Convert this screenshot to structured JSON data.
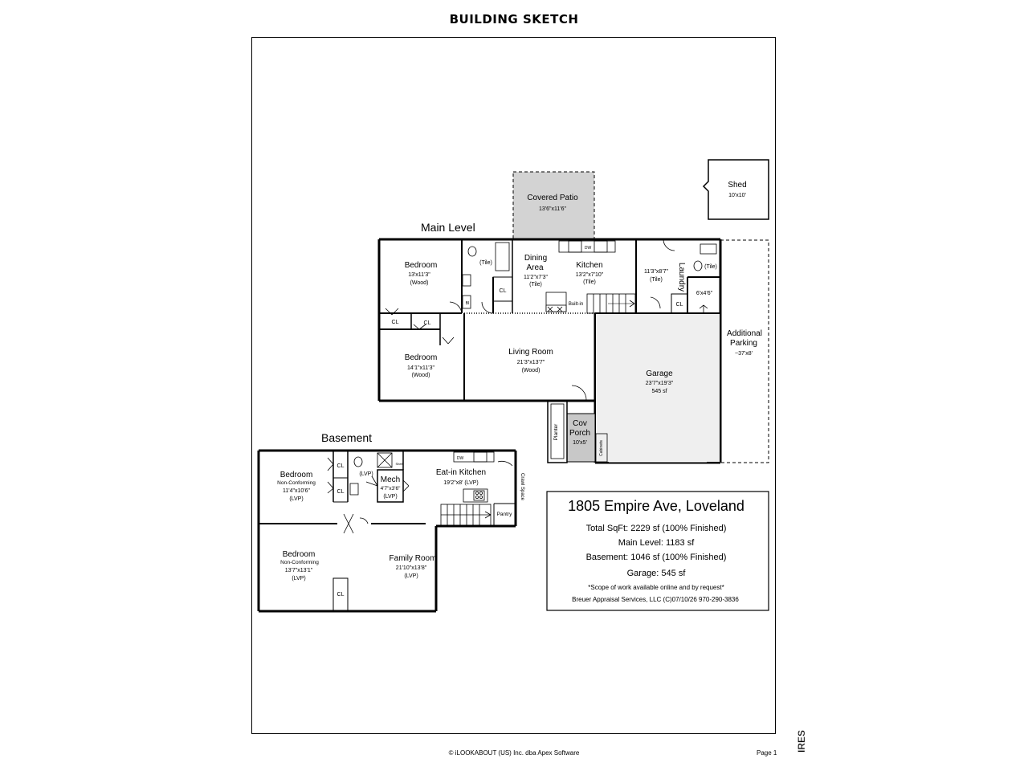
{
  "page_title": "BUILDING SKETCH",
  "main_level_title": "Main Level",
  "basement_title": "Basement",
  "rooms": {
    "covered_patio": {
      "name": "Covered Patio",
      "dims": "13'6\"x11'6\""
    },
    "shed": {
      "name": "Shed",
      "dims": "10'x10'"
    },
    "bedroom1": {
      "name": "Bedroom",
      "dims": "13'x11'3\"",
      "floor": "(Wood)"
    },
    "bedroom2": {
      "name": "Bedroom",
      "dims": "14'1\"x11'3\"",
      "floor": "(Wood)"
    },
    "dining": {
      "name1": "Dining",
      "name2": "Area",
      "dims": "11'2\"x7'3\"",
      "floor": "(Tile)"
    },
    "kitchen": {
      "name": "Kitchen",
      "dims": "13'2\"x7'10\"",
      "floor": "(Tile)"
    },
    "laundry": {
      "name": "Laundry",
      "dims": "11'3\"x8'7\"",
      "floor": "(Tile)"
    },
    "living": {
      "name": "Living Room",
      "dims": "21'3\"x13'7\"",
      "floor": "(Wood)"
    },
    "garage": {
      "name": "Garage",
      "dims": "23'7\"x19'3\"",
      "area": "545 sf"
    },
    "parking": {
      "name1": "Additional",
      "name2": "Parking",
      "dims": "~37'x8'"
    },
    "cov_porch": {
      "name1": "Cov",
      "name2": "Porch",
      "dims": "10'x5'"
    },
    "small_room": {
      "dims": "6'x4'6\""
    },
    "b_bedroom1": {
      "name": "Bedroom",
      "note": "Non-Conforming",
      "dims": "11'4\"x10'6\"",
      "floor": "(LVP)"
    },
    "b_bedroom2": {
      "name": "Bedroom",
      "note": "Non-Conforming",
      "dims": "13'7\"x13'1\"",
      "floor": "(LVP)"
    },
    "mech": {
      "name": "Mech",
      "dims": "4'7\"x3'6\"",
      "floor": "(LVP)"
    },
    "eat_in_kitchen": {
      "name": "Eat-in Kitchen",
      "dims": "19'2\"x8' (LVP)"
    },
    "family_room": {
      "name": "Family Room",
      "dims": "21'10\"x13'8\"",
      "floor": "(LVP)"
    }
  },
  "labels": {
    "closet": "CL",
    "tile": "(Tile)",
    "lvp": "(LVP)",
    "built_in": "Built-in",
    "bi": "BI",
    "dw": "DW",
    "planter": "Planter",
    "cabinets": "Cabinets",
    "crawl_space": "Crawl Space",
    "pantry": "Pantry",
    "shelf": "Shelf"
  },
  "summary": {
    "address": "1805 Empire Ave, Loveland",
    "total": "Total SqFt: 2229 sf (100% Finished)",
    "main": "Main Level: 1183 sf",
    "basement": "Basement: 1046 sf (100% Finished)",
    "garage": "Garage: 545 sf",
    "note": "*Scope of work available online and by request*",
    "company": "Breuer Appraisal Services, LLC  (C)07/10/26  970-290-3836"
  },
  "footer": {
    "copyright": "© iLOOKABOUT (US) Inc. dba Apex Software",
    "page": "Page 1"
  },
  "watermark": "IRES"
}
